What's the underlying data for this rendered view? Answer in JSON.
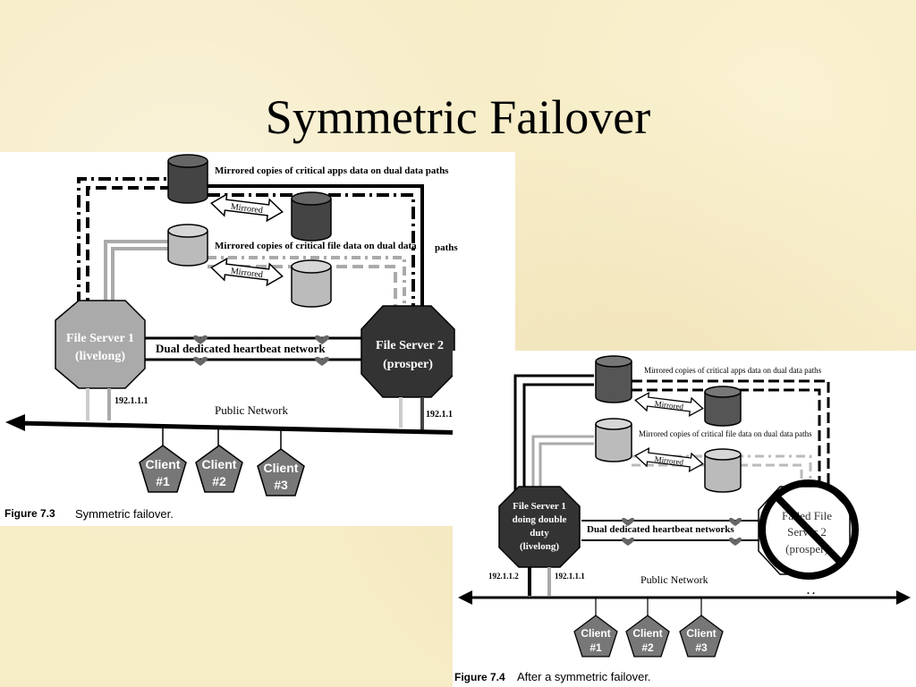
{
  "slide": {
    "title": "Symmetric Failover"
  },
  "figure1": {
    "apps_data_label": "Mirrored copies of critical apps data on dual data paths",
    "file_data_label": "Mirrored copies of critical file data on dual data",
    "file_data_label_end": "paths",
    "mirrored_1": "Mirrored",
    "mirrored_2": "Mirrored",
    "server1_line1": "File Server 1",
    "server1_line2": "(livelong)",
    "server2_line1": "File Server 2",
    "server2_line2": "(prosper)",
    "heartbeat": "Dual dedicated heartbeat network",
    "ip1": "192.1.1.1",
    "ip2": "192.1.1.",
    "public_network": "Public Network",
    "clients": [
      {
        "line1": "Client",
        "line2": "#1"
      },
      {
        "line1": "Client",
        "line2": "#2"
      },
      {
        "line1": "Client",
        "line2": "#3"
      }
    ],
    "caption_num": "Figure 7.3",
    "caption_text": "Symmetric failover."
  },
  "figure2": {
    "apps_data_label": "Mirrored copies of critical apps data on dual data paths",
    "file_data_label": "Mirrored copies of critical file data on dual data paths",
    "mirrored_1": "Mirrored",
    "mirrored_2": "Mirrored",
    "server1_lines": [
      "File Server 1",
      "doing double",
      "duty",
      "(livelong)"
    ],
    "failed_lines": [
      "Failed File",
      "Server 2",
      "(prosper)"
    ],
    "heartbeat": "Dual dedicated heartbeat networks",
    "ip1": "192.1.1.2",
    "ip2": "192.1.1.1",
    "public_network": "Public Network",
    "clients": [
      {
        "line1": "Client",
        "line2": "#1"
      },
      {
        "line1": "Client",
        "line2": "#2"
      },
      {
        "line1": "Client",
        "line2": "#3"
      }
    ],
    "caption_num": "Figure 7.4",
    "caption_text": "After a symmetric failover."
  }
}
